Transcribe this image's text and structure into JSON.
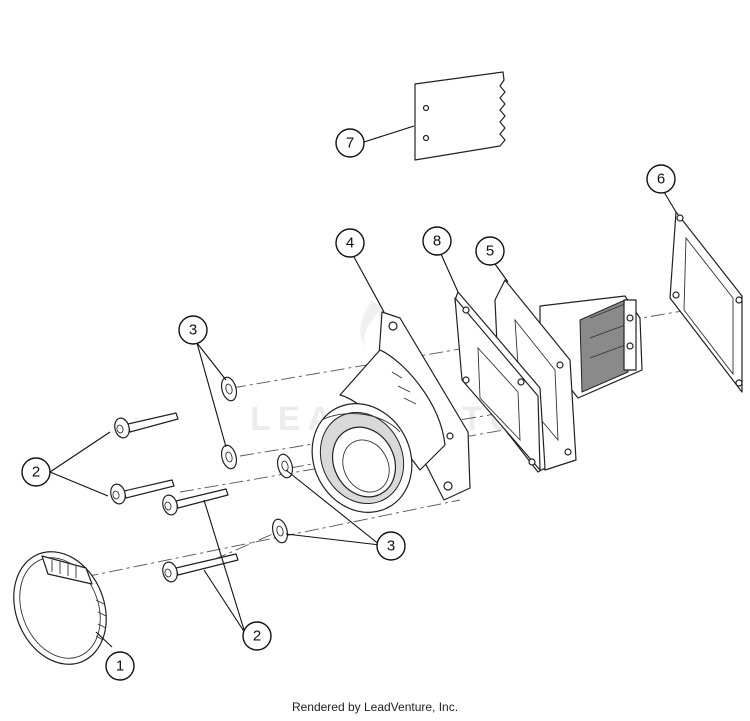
{
  "callouts": [
    {
      "id": "1",
      "label": "1"
    },
    {
      "id": "2a",
      "label": "2"
    },
    {
      "id": "2b",
      "label": "2"
    },
    {
      "id": "3a",
      "label": "3"
    },
    {
      "id": "3b",
      "label": "3"
    },
    {
      "id": "4",
      "label": "4"
    },
    {
      "id": "5",
      "label": "5"
    },
    {
      "id": "6",
      "label": "6"
    },
    {
      "id": "7",
      "label": "7"
    },
    {
      "id": "8",
      "label": "8"
    }
  ],
  "watermark": {
    "text": "LEADVENTURE"
  },
  "footer": {
    "text": "Rendered by LeadVenture, Inc."
  }
}
